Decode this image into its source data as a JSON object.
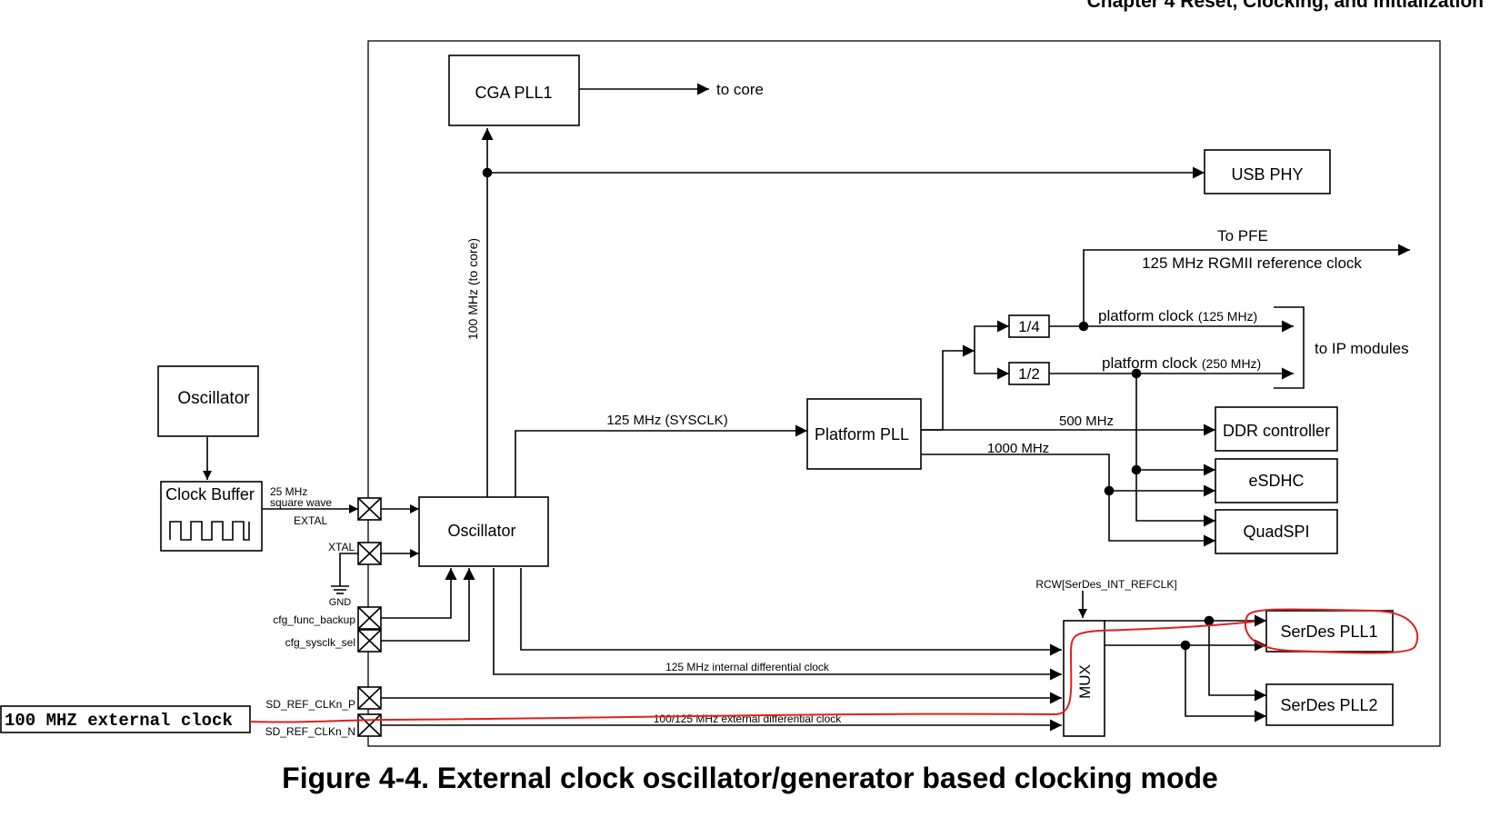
{
  "header": {
    "chapter": "Chapter 4 Reset, Clocking, and Initialization"
  },
  "caption": "Figure 4-4. External clock oscillator/generator based clocking mode",
  "blocks": {
    "cga_pll1": "CGA PLL1",
    "usb_phy": "USB PHY",
    "ext_oscillator": "Oscillator",
    "clock_buffer": "Clock Buffer",
    "oscillator": "Oscillator",
    "platform_pll": "Platform PLL",
    "div4": "1/4",
    "div2": "1/2",
    "ddr": "DDR controller",
    "esdhc": "eSDHC",
    "quadspi": "QuadSPI",
    "mux": "MUX",
    "serdes_pll1": "SerDes PLL1",
    "serdes_pll2": "SerDes PLL2"
  },
  "labels": {
    "to_core": "to core",
    "to_pfe": "To PFE",
    "rgmii": "125 MHz RGMII reference clock",
    "platform_clock": "platform clock",
    "platform_clock_125": "(125 MHz)",
    "platform_clock_250": "(250 MHz)",
    "to_ip": "to IP modules",
    "mhz100_core": "100 MHz (to core)",
    "sysclk": "125 MHz (SYSCLK)",
    "mhz500": "500 MHz",
    "mhz1000": "1000 MHz",
    "sq_line1": "25 MHz",
    "sq_line2": "square wave",
    "extal": "EXTAL",
    "xtal": "XTAL",
    "gnd": "GND",
    "cfg_func": "cfg_func_backup",
    "cfg_sysclk": "cfg_sysclk_sel",
    "sd_p": "SD_REF_CLKn_P",
    "sd_n": "SD_REF_CLKn_N",
    "rcw": "RCW[SerDes_INT_REFCLK]",
    "int_diff": "125 MHz internal differential clock",
    "ext_diff": "100/125 MHz external differential clock"
  },
  "annotation": {
    "text": "100 MHZ external clock",
    "color": "#e02020"
  }
}
